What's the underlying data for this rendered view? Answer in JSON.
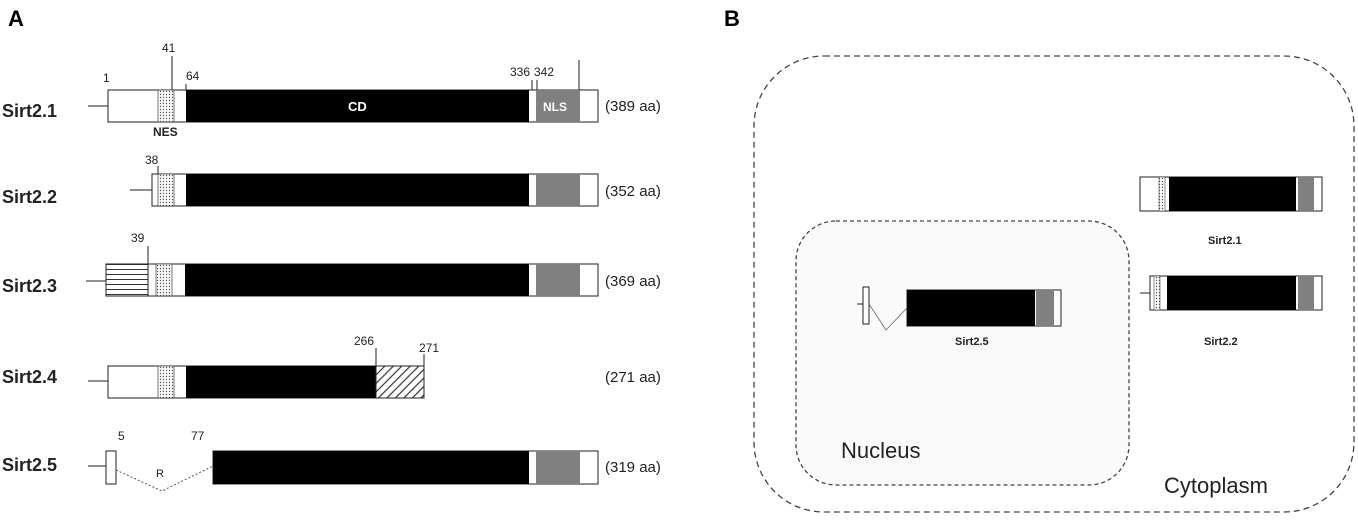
{
  "panels": {
    "a": "A",
    "b": "B"
  },
  "colors": {
    "cd": "#000000",
    "nls": "#808080",
    "outline": "#222222"
  },
  "panel_a": {
    "isoforms": [
      {
        "name": "Sirt2.1",
        "length": "(389 aa)"
      },
      {
        "name": "Sirt2.2",
        "length": "(352 aa)"
      },
      {
        "name": "Sirt2.3",
        "length": "(369 aa)"
      },
      {
        "name": "Sirt2.4",
        "length": "(271 aa)"
      },
      {
        "name": "Sirt2.5",
        "length": "(319 aa)"
      }
    ],
    "domains": {
      "cd": "CD",
      "nls": "NLS",
      "nes": "NES",
      "r": "R"
    },
    "positions": {
      "p1": "1",
      "p41": "41",
      "p64": "64",
      "p336": "336",
      "p342": "342",
      "p38": "38",
      "p39": "39",
      "p266": "266",
      "p271": "271",
      "p5": "5",
      "p77": "77"
    }
  },
  "panel_b": {
    "compartments": {
      "nucleus": "Nucleus",
      "cytoplasm": "Cytoplasm"
    },
    "labels": {
      "sirt21": "Sirt2.1",
      "sirt22": "Sirt2.2",
      "sirt25": "Sirt2.5"
    }
  }
}
